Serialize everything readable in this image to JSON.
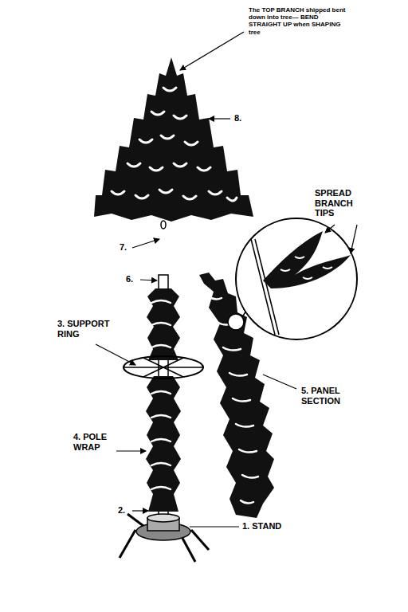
{
  "diagram": {
    "labels": [
      "The TOP BRANCH shipped bent down into tree— BEND STRAIGHT UP when SHAPING tree",
      "8.",
      "7.",
      "6.",
      "SPREAD BRANCH TIPS",
      "3. SUPPORT RING",
      "5. PANEL SECTION",
      "4. POLE WRAP",
      "2.",
      "1. STAND"
    ]
  }
}
